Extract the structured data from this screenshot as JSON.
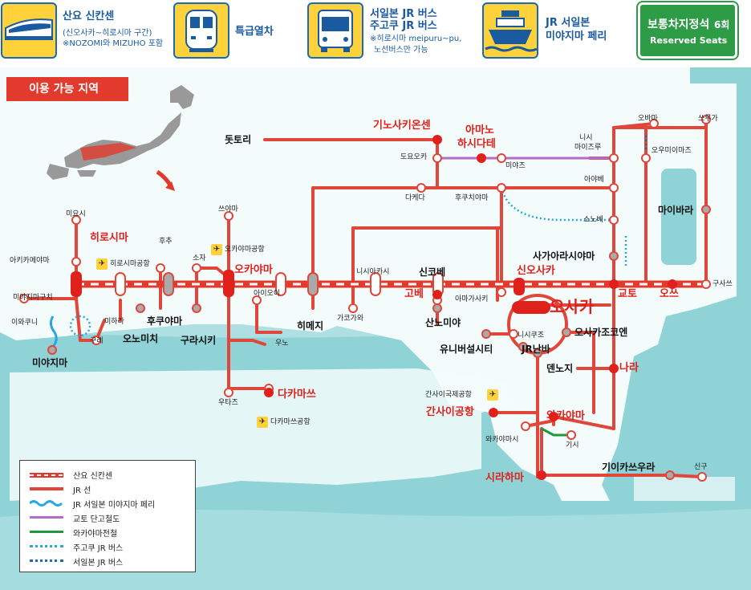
{
  "header": {
    "shinkansen": {
      "title": "산요 신칸센",
      "sub1": "(신오사카~히로시마 구간)",
      "sub2": "※NOZOMI와 MIZUHO 포함"
    },
    "limited_express": {
      "title": "특급열차"
    },
    "bus": {
      "title1": "서일본 JR 버스",
      "title2": "주고쿠 JR 버스",
      "sub1": "※히로시마 meipuru~pu,",
      "sub2": "노선버스만 가능"
    },
    "ferry": {
      "title1": "JR 서일본",
      "title2": "미야지마 페리"
    },
    "reserved": {
      "title": "보통차지정석",
      "count": "6회",
      "sub": "Reserved Seats"
    }
  },
  "map": {
    "area_label": "이용 가능 지역",
    "stations_red": {
      "hiroshima": "히로시마",
      "okayama": "오카야마",
      "kobe": "고베",
      "shinosaka": "신오사카",
      "osaka": "오사카",
      "kyoto": "교토",
      "otsu": "오쓰",
      "nara": "나라",
      "wakayama": "와카야마",
      "takamatsu": "다카마쓰",
      "kinosakionsen": "기노사키온센",
      "amanohashidate1": "아마노",
      "amanohashidate2": "하시다테",
      "kansaiairport": "간사이공항",
      "shirahama": "시라하마"
    },
    "stations_major": {
      "tottori": "돗토리",
      "fukuyama": "후쿠야마",
      "onomichi": "오노미치",
      "kurashiki": "구라시키",
      "himeji": "히메지",
      "shinkobe": "신코베",
      "sannomiya": "산노미야",
      "universal": "유니버설시티",
      "jrnamba": "JR난바",
      "tennoji": "덴노지",
      "osakajokoen": "오사카조코엔",
      "sagaarashiyama": "사가아라시야마",
      "maibara": "마이바라",
      "miyajima": "미야지마",
      "kiikatsuura": "기이카쓰우라"
    },
    "stations_minor": {
      "miyoshi": "미요시",
      "akikameyama": "아키카메야마",
      "miyajimaguchi": "미야지마구치",
      "iwakuni": "이와쿠니",
      "kure": "구레",
      "mihara": "미하라",
      "fuchu": "후추",
      "soja": "소자",
      "tsuyama": "쓰야마",
      "aioi": "아이오이",
      "uno": "우노",
      "utazu": "우타즈",
      "nishiakashi": "니시아카시",
      "kakogawa": "가코가와",
      "amagasaki": "아마가사키",
      "nishikujo": "니시쿠조",
      "toyooka": "도요오카",
      "miyazu": "미야즈",
      "takeda": "다케다",
      "fukuchiyama": "후쿠치야마",
      "nishimaizuru": "니시마이즈루",
      "ayabe": "아야베",
      "sonobe": "소노베",
      "obama": "오바마",
      "tsuruga": "쓰루가",
      "omiimaizu": "오우미이마즈",
      "kusatsu": "구사쓰",
      "wakayamashi": "와카야마시",
      "kishi": "기시",
      "shingu": "신구"
    },
    "airports": {
      "hiroshima": "히로시마공항",
      "okayama": "오카야마공항",
      "takamatsu": "다카마쓰공항",
      "kansai": "간사이국제공항"
    }
  },
  "legend": {
    "items": [
      {
        "label": "산요 신칸센",
        "kind": "shinkansen",
        "color": "#e23a2c"
      },
      {
        "label": "JR 선",
        "kind": "jr",
        "color": "#e0473a"
      },
      {
        "label": "JR 서일본 미야지마 페리",
        "kind": "ferry",
        "color": "#2aa7e0"
      },
      {
        "label": "교토 단고철도",
        "kind": "tango",
        "color": "#b46bc9"
      },
      {
        "label": "와카야마전철",
        "kind": "wakayama",
        "color": "#1e9a3c"
      },
      {
        "label": "주고쿠 JR 버스",
        "kind": "chugoku_bus",
        "color": "#2aa7e0"
      },
      {
        "label": "서일본 JR 버스",
        "kind": "west_bus",
        "color": "#1a6ab5"
      }
    ]
  },
  "colors": {
    "rail": "#e0473a",
    "station_red": "#e0201b",
    "sea_dark": "#7fcfd3",
    "sea_light": "#c9ecee",
    "land": "#f4fbfb"
  }
}
